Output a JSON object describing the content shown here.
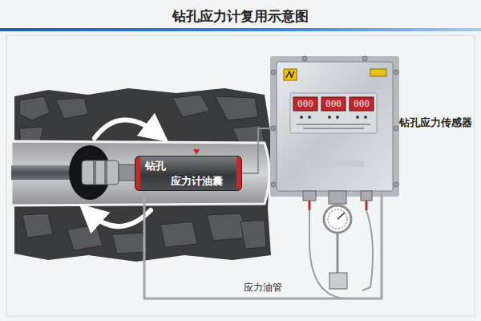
{
  "diagram": {
    "title": "钻孔应力计复用示意图",
    "nodes": [
      {
        "text": [
          "钻孔",
          "应力计油囊"
        ]
      },
      {
        "text": [
          "钻孔应力传感器"
        ]
      }
    ],
    "edges": [
      {
        "from": 0,
        "to": 1,
        "arrow": "none",
        "label": "应力油管"
      },
      {
        "from": 0,
        "to": 1,
        "arrow": "none"
      }
    ],
    "labels": [
      "000",
      "000",
      "000"
    ]
  }
}
